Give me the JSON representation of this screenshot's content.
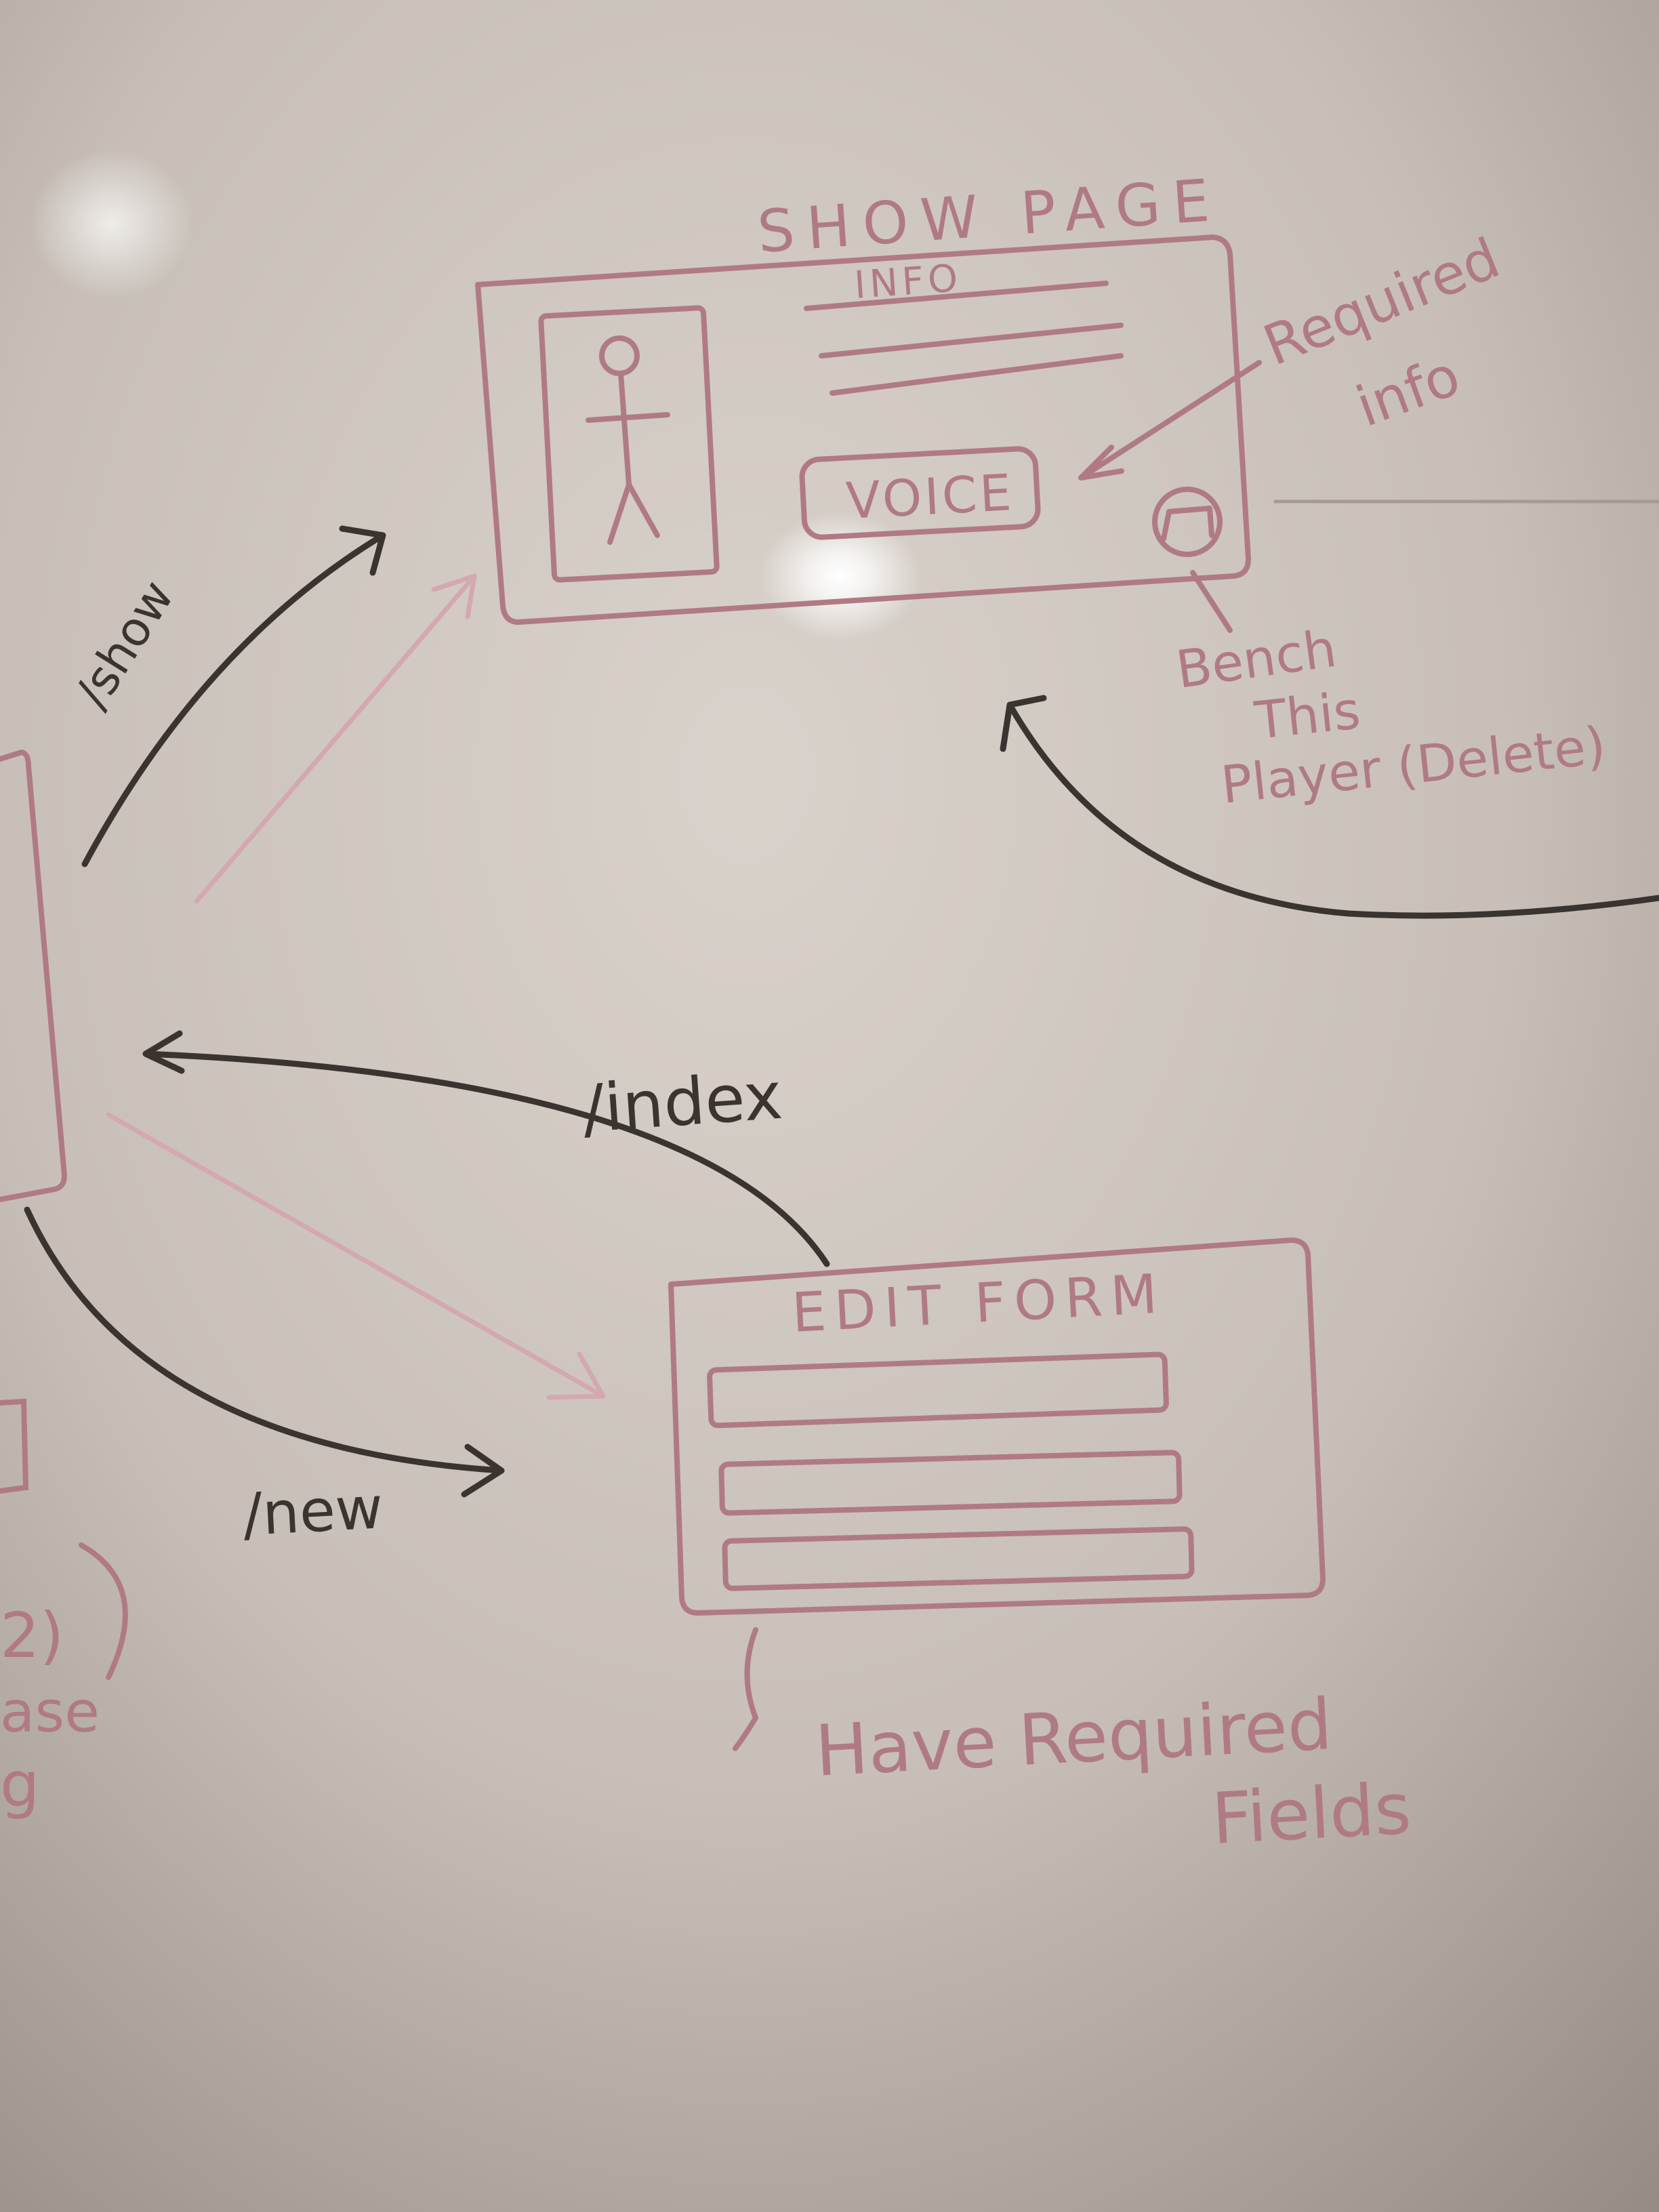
{
  "show_page": {
    "title": "SHOW PAGE",
    "info_label": "INFO",
    "button_label": "VOICE"
  },
  "annotations": {
    "required_info_line1": "Required",
    "required_info_line2": "info",
    "bench_line1": "Bench",
    "bench_line2": "This",
    "bench_line3": "Player (Delete)",
    "have_required_line1": "Have Required",
    "have_required_line2": "Fields"
  },
  "edit_form": {
    "title": "EDIT FORM"
  },
  "routes": {
    "show": "/show",
    "index": "/index",
    "new": "/new"
  },
  "cropped_left": {
    "fragment_1": "2)",
    "fragment_2": "ase",
    "fragment_3": "g"
  },
  "colors": {
    "board_light": "#dcd5ce",
    "board_dark": "#8e867d",
    "red_marker": "#b07a84",
    "black_marker": "#3a3430",
    "glare": "#ffffff"
  }
}
